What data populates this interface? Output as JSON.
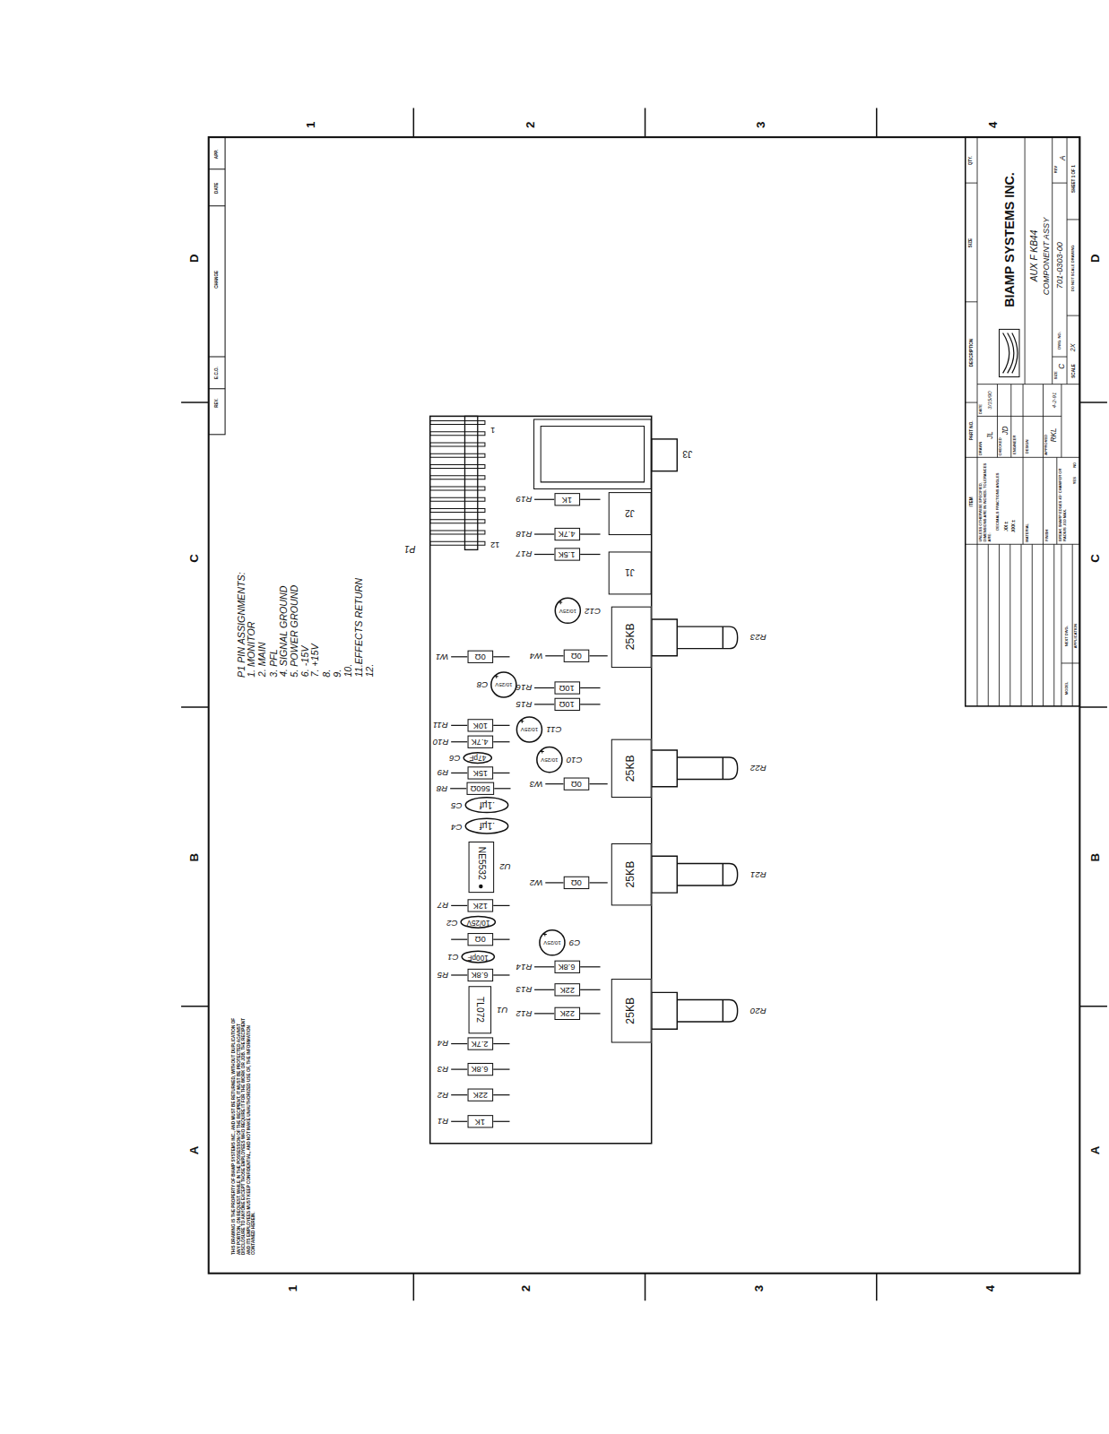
{
  "diagram": {
    "nodes": [
      {
        "text": [
          "1K",
          "R1"
        ]
      },
      {
        "text": [
          "22K",
          "R2"
        ]
      },
      {
        "text": [
          "6.8K",
          "R3"
        ]
      },
      {
        "text": [
          "2.7K",
          "R4"
        ]
      },
      {
        "text": [
          "TL072",
          "U1"
        ]
      },
      {
        "text": [
          "6.8K",
          "R5"
        ]
      },
      {
        "text": [
          "100pF",
          "C1"
        ]
      },
      {
        "text": [
          "0Ω"
        ]
      },
      {
        "text": [
          "10/25V",
          "C2"
        ]
      },
      {
        "text": [
          "12K",
          "R7"
        ]
      },
      {
        "text": [
          "NE5532",
          "U2"
        ]
      },
      {
        "text": [
          ".1µf",
          "C4"
        ]
      },
      {
        "text": [
          ".1µf",
          "C5"
        ]
      },
      {
        "text": [
          "560Ω",
          "R8"
        ]
      },
      {
        "text": [
          "15K",
          "R9"
        ]
      },
      {
        "text": [
          "47pF",
          "C6"
        ]
      },
      {
        "text": [
          "4.7K",
          "R10"
        ]
      },
      {
        "text": [
          "10K",
          "R11"
        ]
      },
      {
        "text": [
          "10/25V",
          "C8"
        ]
      },
      {
        "text": [
          "0Ω",
          "W1"
        ]
      },
      {
        "text": [
          "22K",
          "R12"
        ]
      },
      {
        "text": [
          "22K",
          "R13"
        ]
      },
      {
        "text": [
          "6.8K",
          "R14"
        ]
      },
      {
        "text": [
          "10/25V",
          "C9"
        ]
      },
      {
        "text": [
          "0Ω",
          "W2"
        ]
      },
      {
        "text": [
          "0Ω",
          "W3"
        ]
      },
      {
        "text": [
          "10/25V",
          "C10"
        ]
      },
      {
        "text": [
          "10/25V",
          "C11"
        ]
      },
      {
        "text": [
          "10Ω",
          "R15"
        ]
      },
      {
        "text": [
          "10Ω",
          "R16"
        ]
      },
      {
        "text": [
          "0Ω",
          "W4"
        ]
      },
      {
        "text": [
          "10/25V",
          "C12"
        ]
      },
      {
        "text": [
          "1.5K",
          "R17"
        ]
      },
      {
        "text": [
          "4.7K",
          "R18"
        ]
      },
      {
        "text": [
          "1K",
          "R19"
        ]
      },
      {
        "text": [
          "25KB",
          "R20"
        ]
      },
      {
        "text": [
          "25KB",
          "R21"
        ]
      },
      {
        "text": [
          "25KB",
          "R22"
        ]
      },
      {
        "text": [
          "25KB",
          "R23"
        ]
      },
      {
        "text": [
          "J1"
        ]
      },
      {
        "text": [
          "J2"
        ]
      },
      {
        "text": [
          "J3"
        ]
      }
    ],
    "labels": [
      "1",
      "2",
      "3",
      "4",
      "D",
      "C",
      "B",
      "A",
      "D",
      "C",
      "B",
      "A",
      "1",
      "2",
      "3",
      "4",
      "REV.",
      "E.C.O.",
      "CHANGE",
      "DATE",
      "APP.",
      "P1 PIN ASSIGNMENTS:",
      "1. MONITOR",
      "2. MAIN",
      "3. PFL",
      "4. SIGNAL GROUND",
      "5. POWER GROUND",
      "6. -15V",
      "7. +15V",
      "8.",
      "9.",
      "10.",
      "11.EFFECTS RETURN",
      "12.",
      "P1",
      "1",
      "12",
      "THIS DRAWING IS THE PROPERTY OF BIAMP SYSTEMS INC., AND MUST BE RETURNED, WITHOUT DUPLICATION OF ANY PORTION, ON REQUEST. WHILE IN THE POSSESSION OF THE RECIPIENT, IT MUST BE PROTECTED AGAINST DISCLOSURE TO ANYONE EXCEPT THOSE EMPLOYEES WHO REQUIRE IT FOR THE WORK OR JOB. THE RECIPIENT AND ITS EMPLOYEES MUST KEEP CONFIDENTIAL, AND NOT MAKE UNAUTHORIZED USE OF, THE INFORMATION CONTAINED HEREIN.",
      "QTY.",
      "SIZE",
      "DESCRIPTION",
      "PART NO.",
      "ITEM",
      "BIAMP SYSTEMS INC.",
      "AUX F KB44",
      "COMPONENT ASSY",
      "SIZE",
      "C",
      "DWG. NO.",
      "701-0303-00",
      "REV",
      "A",
      "SCALE",
      "2X",
      "DO NOT SCALE DRAWING",
      "SHEET 1 OF 1",
      "DRAWN",
      "JL",
      "DATE",
      "3/15/90",
      "CHECKED",
      "JD",
      "ENGINEER",
      "DESIGN",
      "APPROVED",
      "RKL",
      "4-2-91",
      "UNLESS OTHERWISE SPECIFIED, DIMENSIONS ARE IN INCHES. TOLERANCES ARE:",
      "DECIMALS FRACTIONS ANGLES",
      ".XX ±",
      ".XXX ±",
      "MATERIAL",
      "FINISH",
      "BREAK SHARP EDGES 45° CHAMFER OR RADIUS .010 MAX.",
      "YES",
      "NO",
      "MODEL",
      "NEXT DWG.",
      "APPLICATION"
    ]
  }
}
